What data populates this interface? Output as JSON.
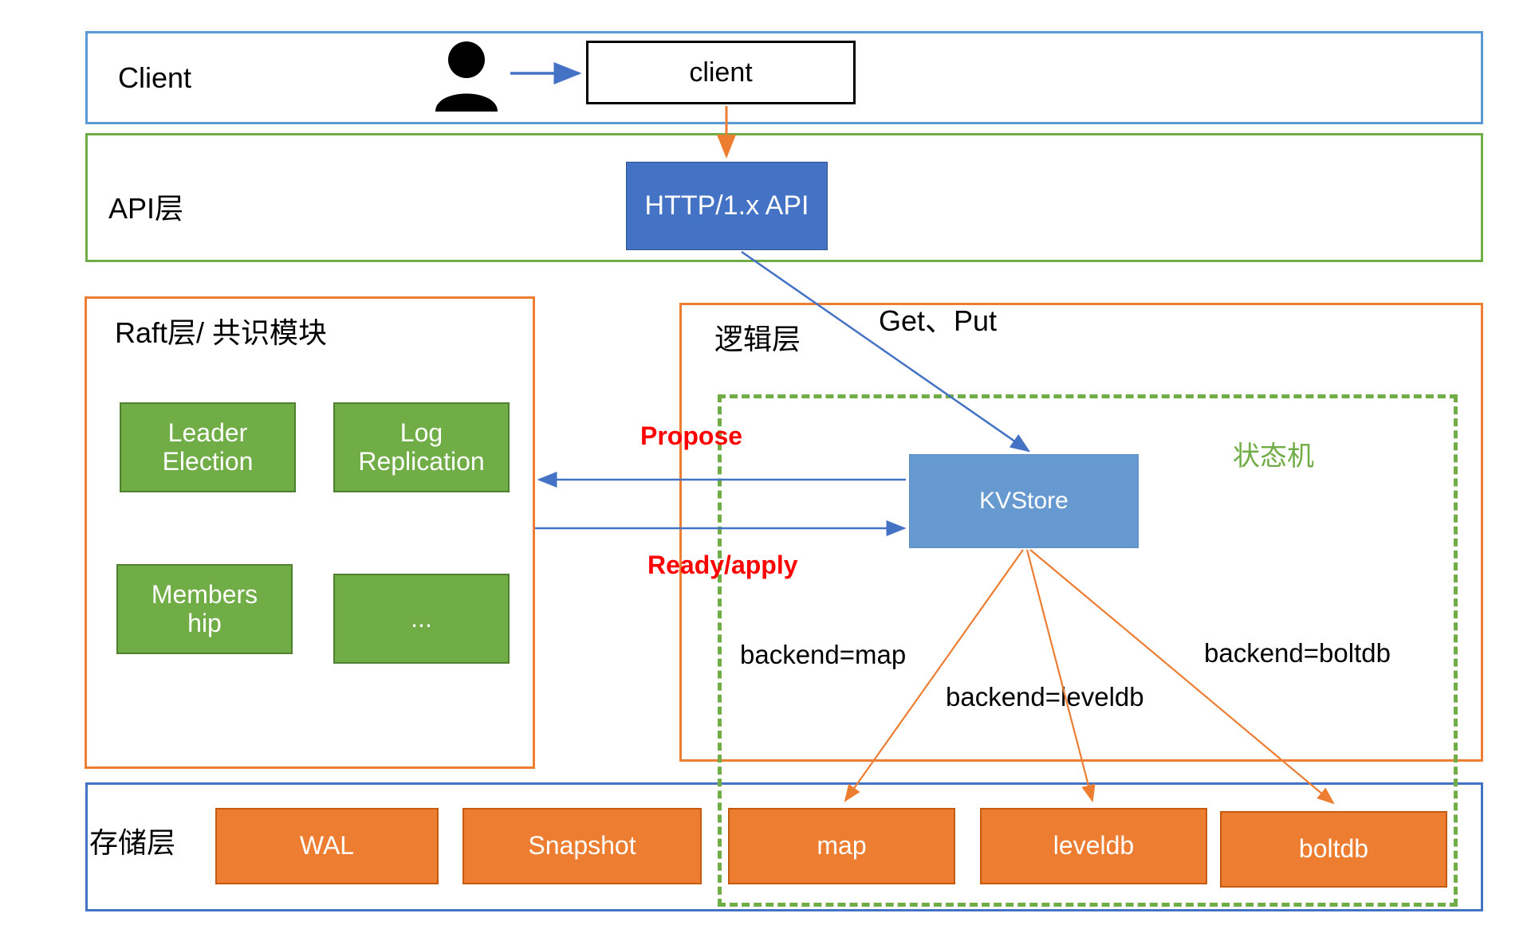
{
  "diagram": {
    "title_hidden": "",
    "layers": [
      {
        "name": "client-layer",
        "label": "Client",
        "border_color": "#5B9BD5"
      },
      {
        "name": "api-layer",
        "label": "API层",
        "border_color": "#70AD47"
      },
      {
        "name": "raft-layer",
        "label": "Raft层/ 共识模块",
        "border_color": "#ED7D31"
      },
      {
        "name": "logic-layer",
        "label": "逻辑层",
        "border_color": "#ED7D31"
      },
      {
        "name": "storage-layer",
        "label": "存储层",
        "border_color": "#4472C4"
      }
    ],
    "client_node": {
      "label": "client"
    },
    "api_node": {
      "label": "HTTP/1.x API"
    },
    "kvstore_node": {
      "label": "KVStore"
    },
    "state_machine_label": "状态机",
    "raft_modules": [
      {
        "label": "Leader\nElection"
      },
      {
        "label": "Log\nReplication"
      },
      {
        "label": "Members\nhip"
      },
      {
        "label": "..."
      }
    ],
    "storage_nodes": [
      {
        "label": "WAL"
      },
      {
        "label": "Snapshot"
      },
      {
        "label": "map"
      },
      {
        "label": "leveldb"
      },
      {
        "label": "boltdb"
      }
    ],
    "edge_labels": [
      {
        "name": "get-put",
        "text": "Get、Put",
        "color": "#000000"
      },
      {
        "name": "propose",
        "text": "Propose",
        "color": "#FF0000"
      },
      {
        "name": "ready-apply",
        "text": "Ready/apply",
        "color": "#FF0000"
      },
      {
        "name": "backend-map",
        "text": "backend=map",
        "color": "#000000"
      },
      {
        "name": "backend-leveldb",
        "text": "backend=leveldb",
        "color": "#000000"
      },
      {
        "name": "backend-boltdb",
        "text": "backend=boltdb",
        "color": "#000000"
      }
    ],
    "colors": {
      "blue_border": "#5B9BD5",
      "green_border": "#70AD47",
      "orange_border": "#ED7D31",
      "dark_blue_fill": "#4472C4",
      "kv_fill": "#6699CF",
      "green_fill": "#70AD47",
      "orange_fill": "#ED7D31",
      "arrow_blue": "#4472C4",
      "arrow_orange": "#ED7D31",
      "red_text": "#FF0000"
    }
  }
}
